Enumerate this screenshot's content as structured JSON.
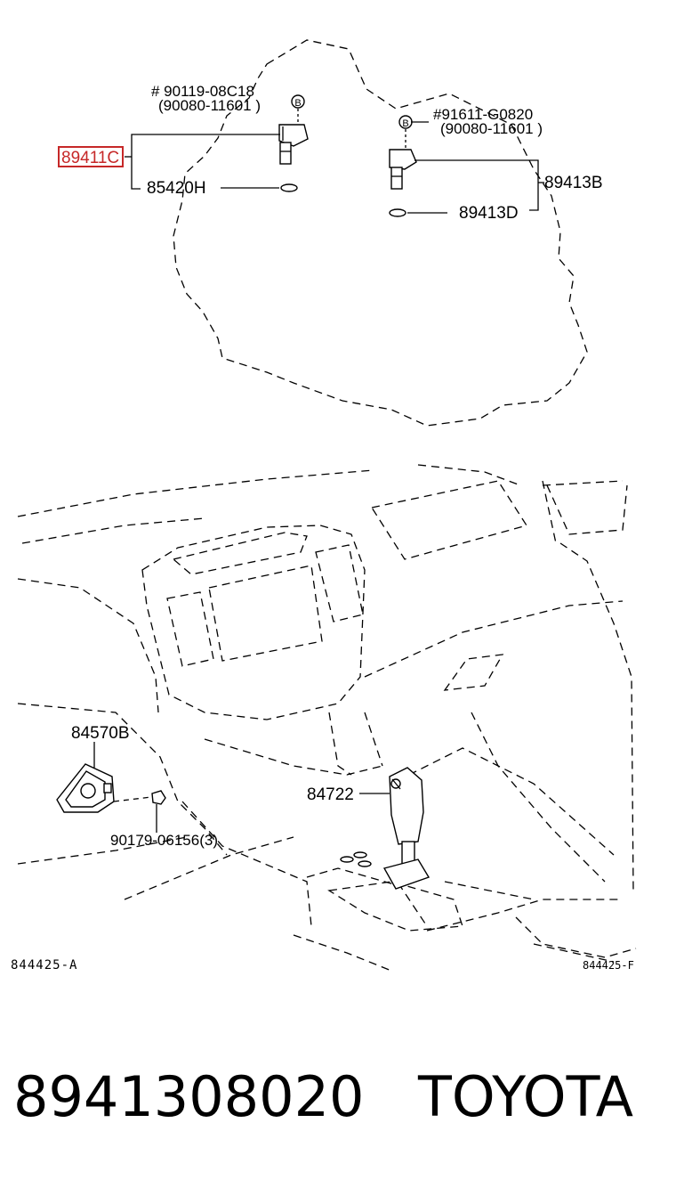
{
  "labels": {
    "bolt_upper_left_primary": "# 90119-08C18",
    "bolt_upper_left_alt": "(90080-11601  )",
    "bolt_marker_left": "B",
    "sensor_highlighted": "89411C",
    "oring_left": "85420H",
    "bolt_upper_right_primary": "#91611-G0820",
    "bolt_upper_right_alt": "(90080-11601  )",
    "bolt_marker_right": "B",
    "sensor_right": "89413B",
    "oring_right": "89413D",
    "switch_part": "84570B",
    "screw_part": "90179-06156(3)",
    "shift_knob_part": "84722",
    "figure_ref_left": "844425-A",
    "figure_ref_right": "844425-F"
  },
  "footer": {
    "part_number": "8941308020",
    "brand": "TOYOTA"
  },
  "colors": {
    "highlight": "#c62828",
    "ink": "#000000",
    "background": "#ffffff"
  }
}
